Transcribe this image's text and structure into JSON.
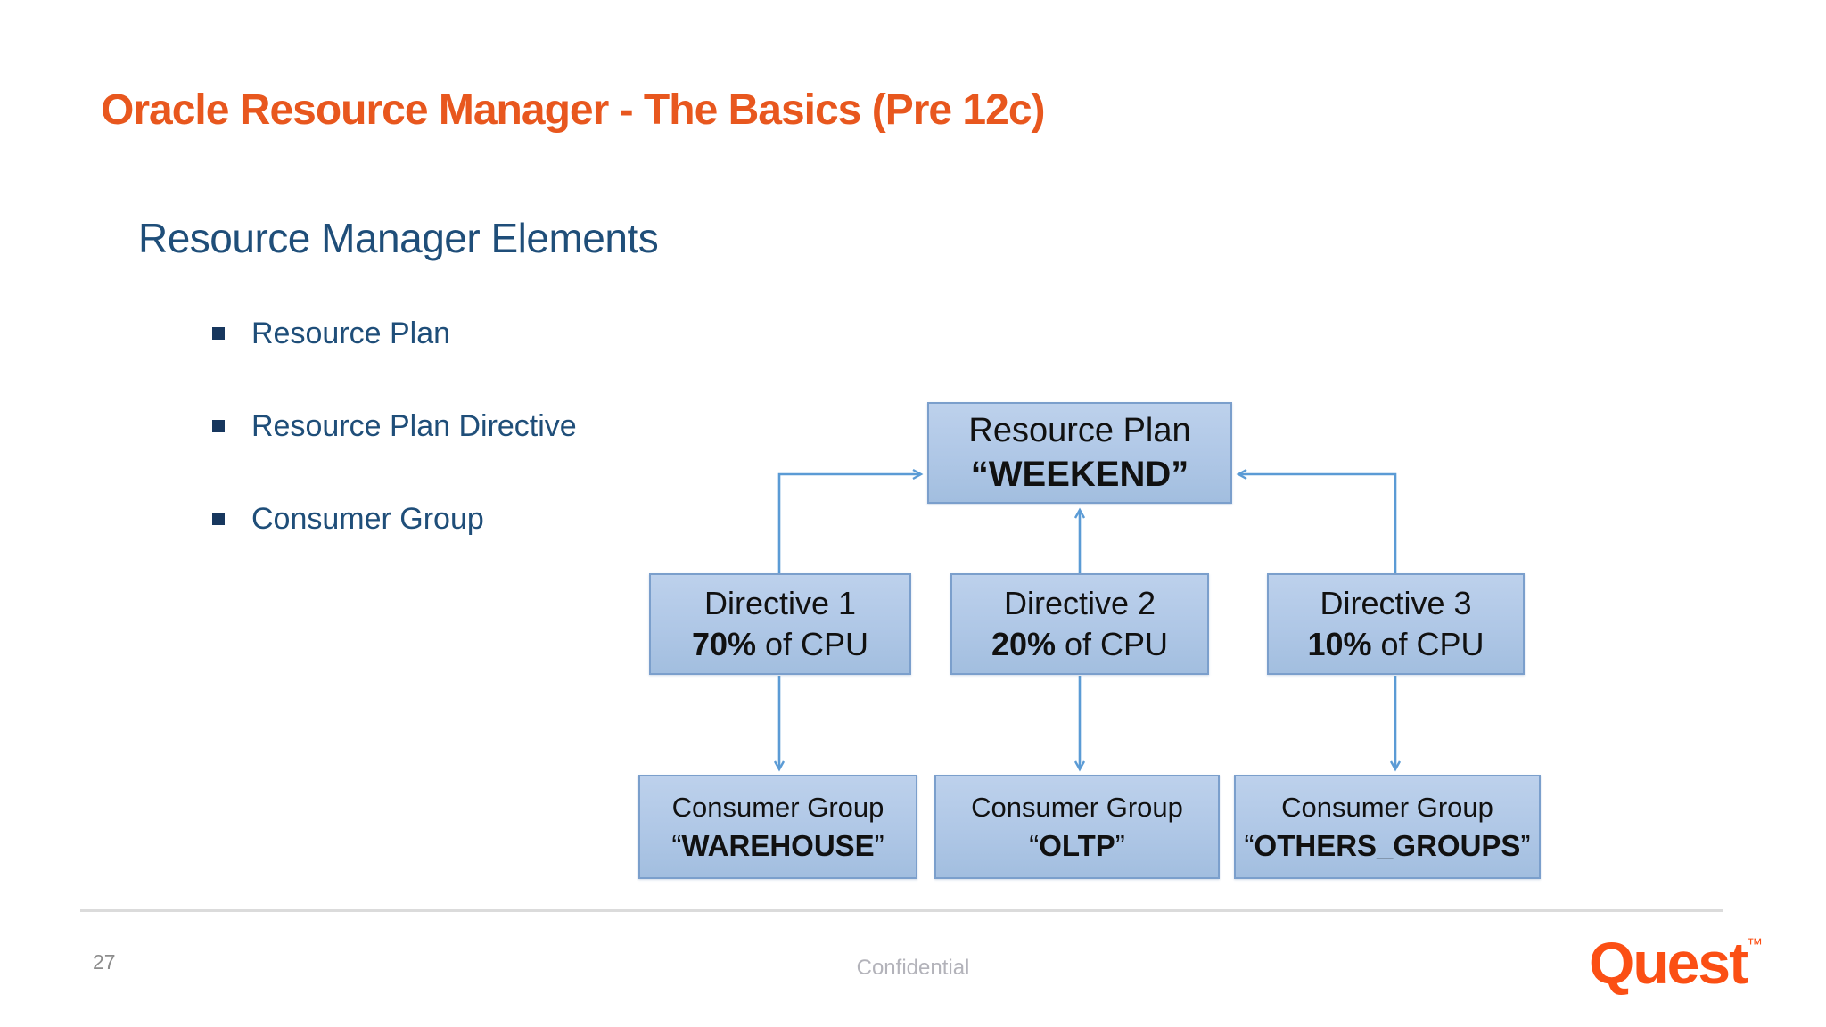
{
  "slide": {
    "title": "Oracle Resource Manager - The Basics (Pre 12c)",
    "subtitle": "Resource Manager Elements",
    "bullets": [
      "Resource Plan",
      "Resource Plan Directive",
      "Consumer Group"
    ],
    "footer": {
      "page_number": "27",
      "classification": "Confidential",
      "logo_text": "Quest",
      "logo_tm": "™"
    },
    "colors": {
      "title_orange": "#E8571E",
      "heading_navy": "#1F4E79",
      "box_fill_top": "#BDD1EC",
      "box_fill_bottom": "#A2BEDF",
      "box_border": "#7B9FCC",
      "arrow_blue": "#5B9BD5",
      "logo_orange": "#FB4F14"
    }
  },
  "diagram": {
    "plan_box": {
      "line1": "Resource Plan",
      "line2": "“WEEKEND”"
    },
    "directive_boxes": [
      {
        "line1": "Directive 1",
        "pct": "70%",
        "rest": " of CPU"
      },
      {
        "line1": "Directive 2",
        "pct": "20%",
        "rest": " of CPU"
      },
      {
        "line1": "Directive 3",
        "pct": "10%",
        "rest": " of CPU"
      }
    ],
    "group_boxes": [
      {
        "line1": "Consumer Group",
        "q1": "“",
        "name": "WAREHOUSE",
        "q2": "”"
      },
      {
        "line1": "Consumer Group",
        "q1": "“",
        "name": "OLTP",
        "q2": "”"
      },
      {
        "line1": "Consumer Group",
        "q1": "“",
        "name": "OTHERS_GROUPS",
        "q2": "”"
      }
    ]
  }
}
